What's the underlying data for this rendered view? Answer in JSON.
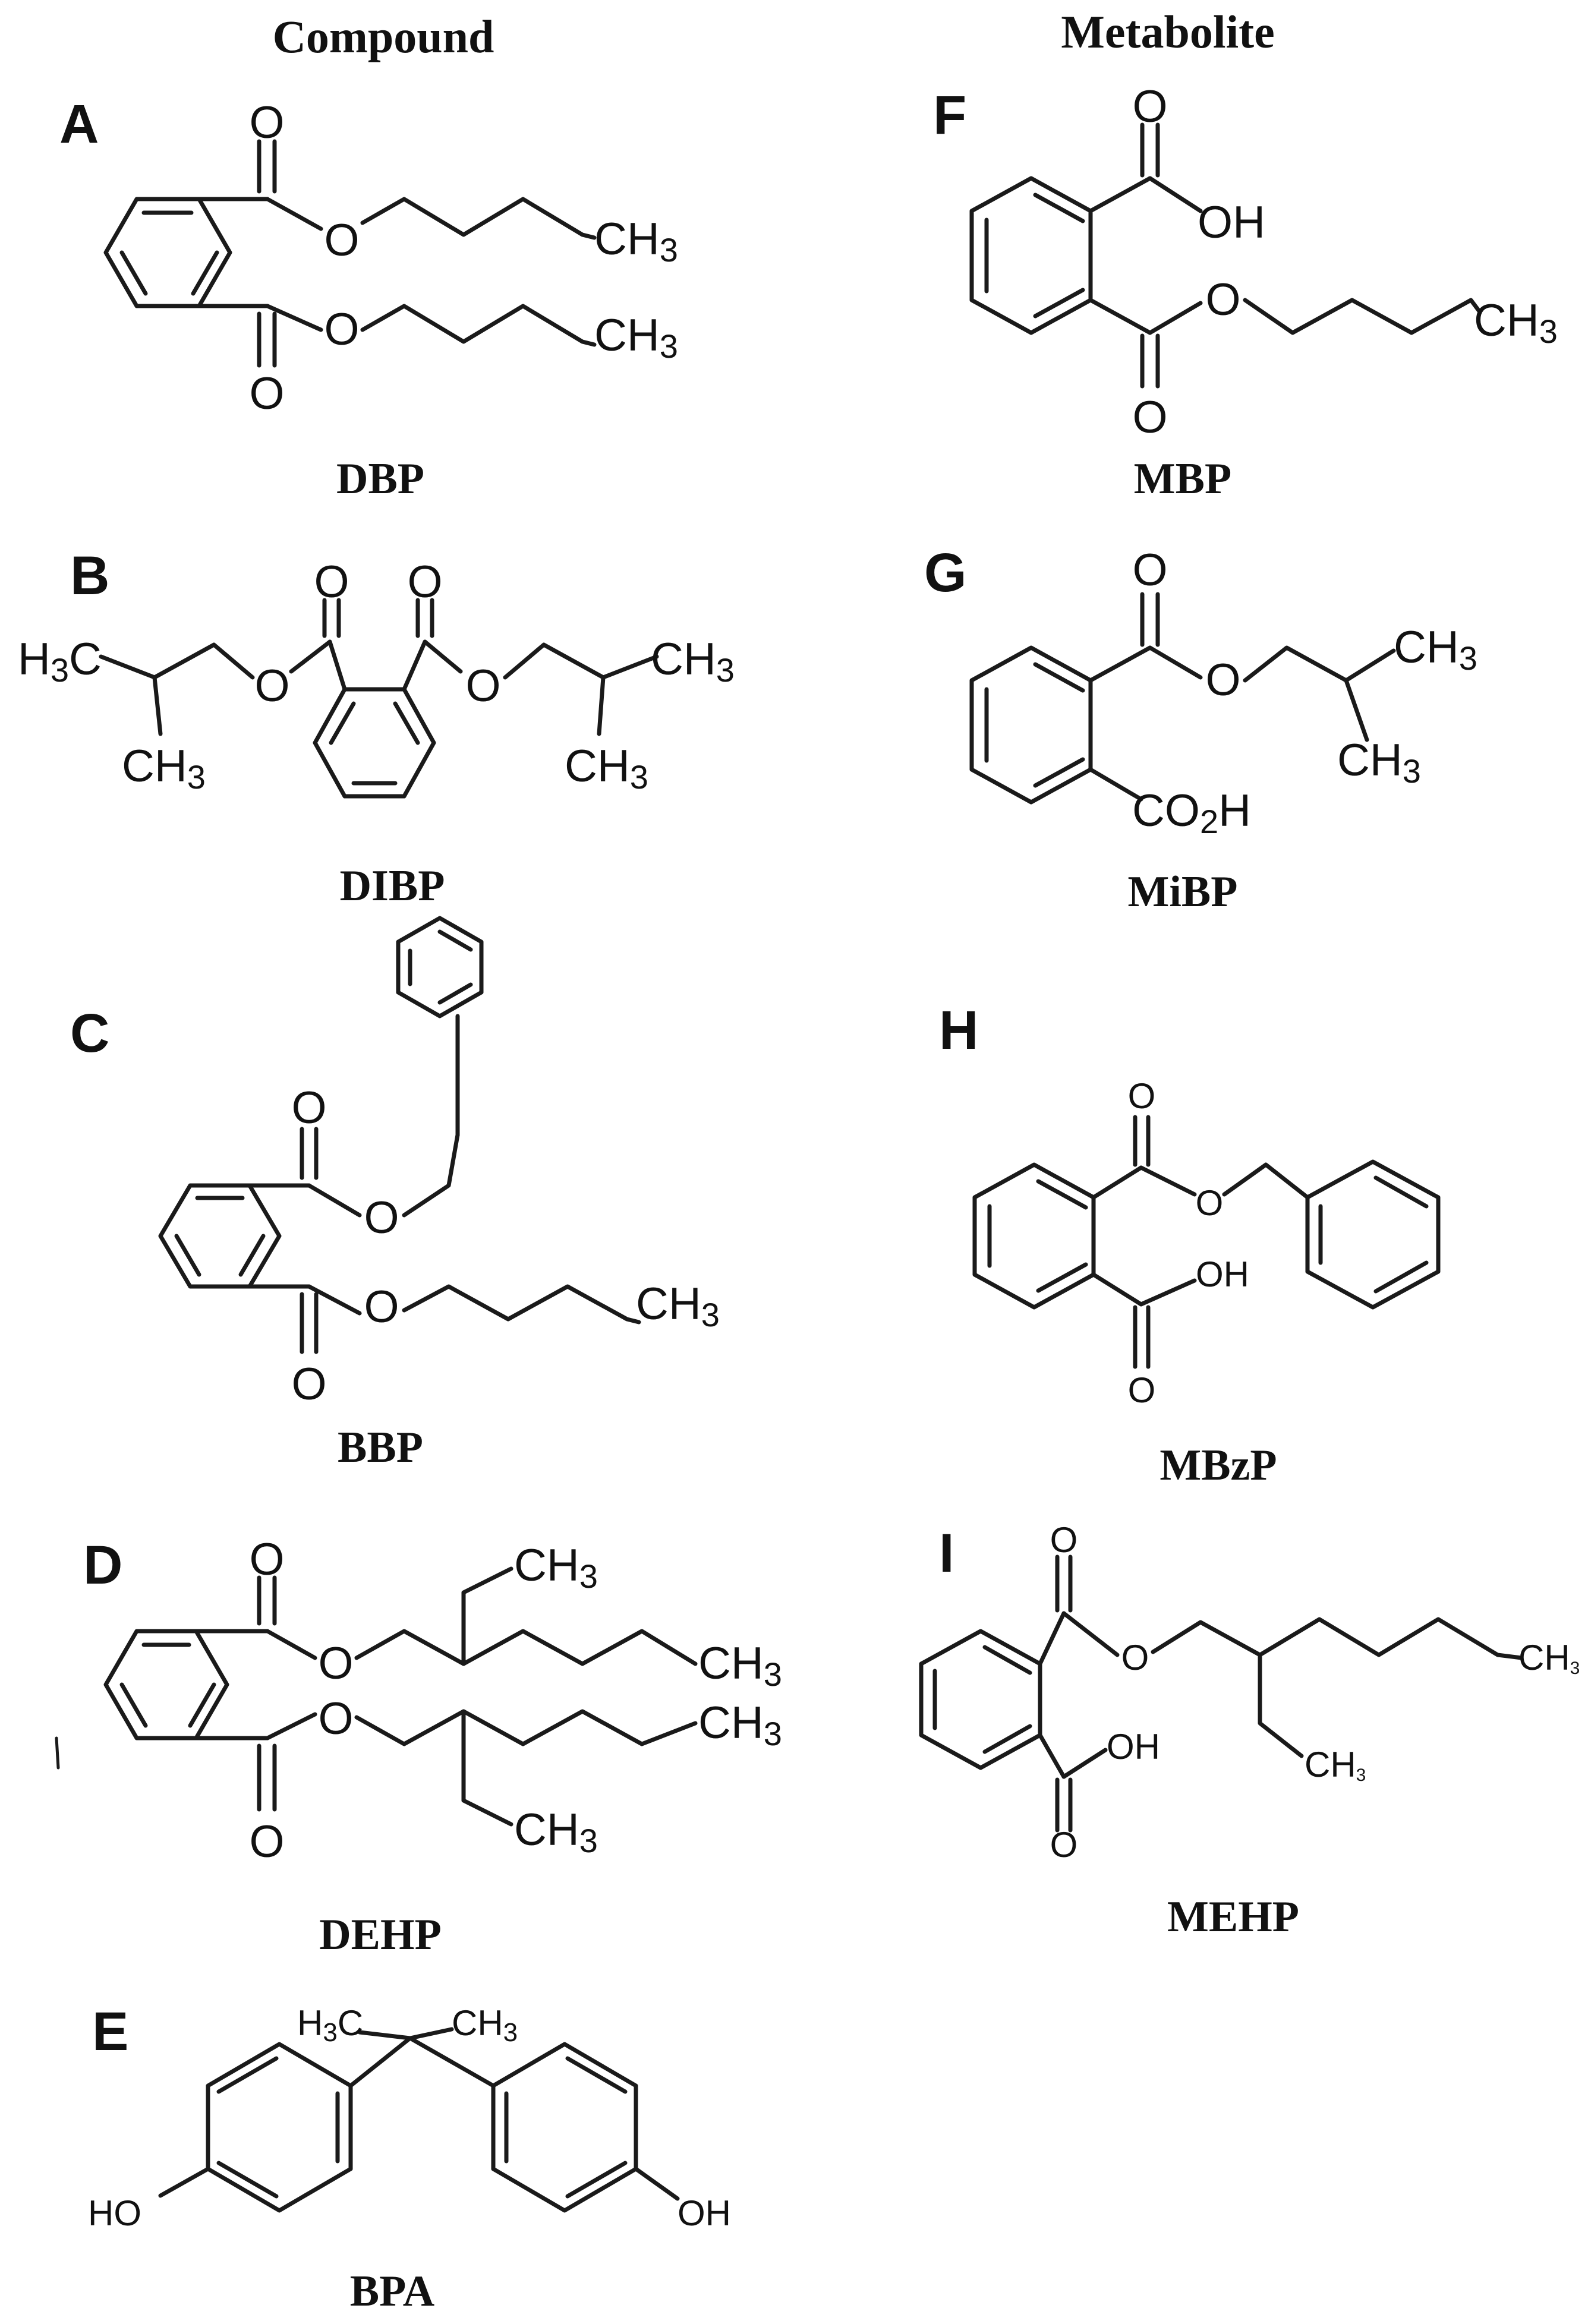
{
  "headings": {
    "compound": "Compound",
    "metabolite": "Metabolite"
  },
  "atoms": {
    "o": "O",
    "oh": "OH",
    "ho": "HO",
    "ch3": "CH",
    "h3c": "H",
    "c": "C",
    "sub3": "3",
    "co2h_co": "CO",
    "co2h_h": "H",
    "sub2": "2"
  },
  "panels": {
    "A": {
      "letter": "A",
      "name": "DBP"
    },
    "B": {
      "letter": "B",
      "name": "DIBP"
    },
    "C": {
      "letter": "C",
      "name": "BBP"
    },
    "D": {
      "letter": "D",
      "name": "DEHP"
    },
    "E": {
      "letter": "E",
      "name": "BPA"
    },
    "F": {
      "letter": "F",
      "name": "MBP"
    },
    "G": {
      "letter": "G",
      "name": "MiBP"
    },
    "H": {
      "letter": "H",
      "name": "MBzP"
    },
    "I": {
      "letter": "I",
      "name": "MEHP"
    }
  }
}
